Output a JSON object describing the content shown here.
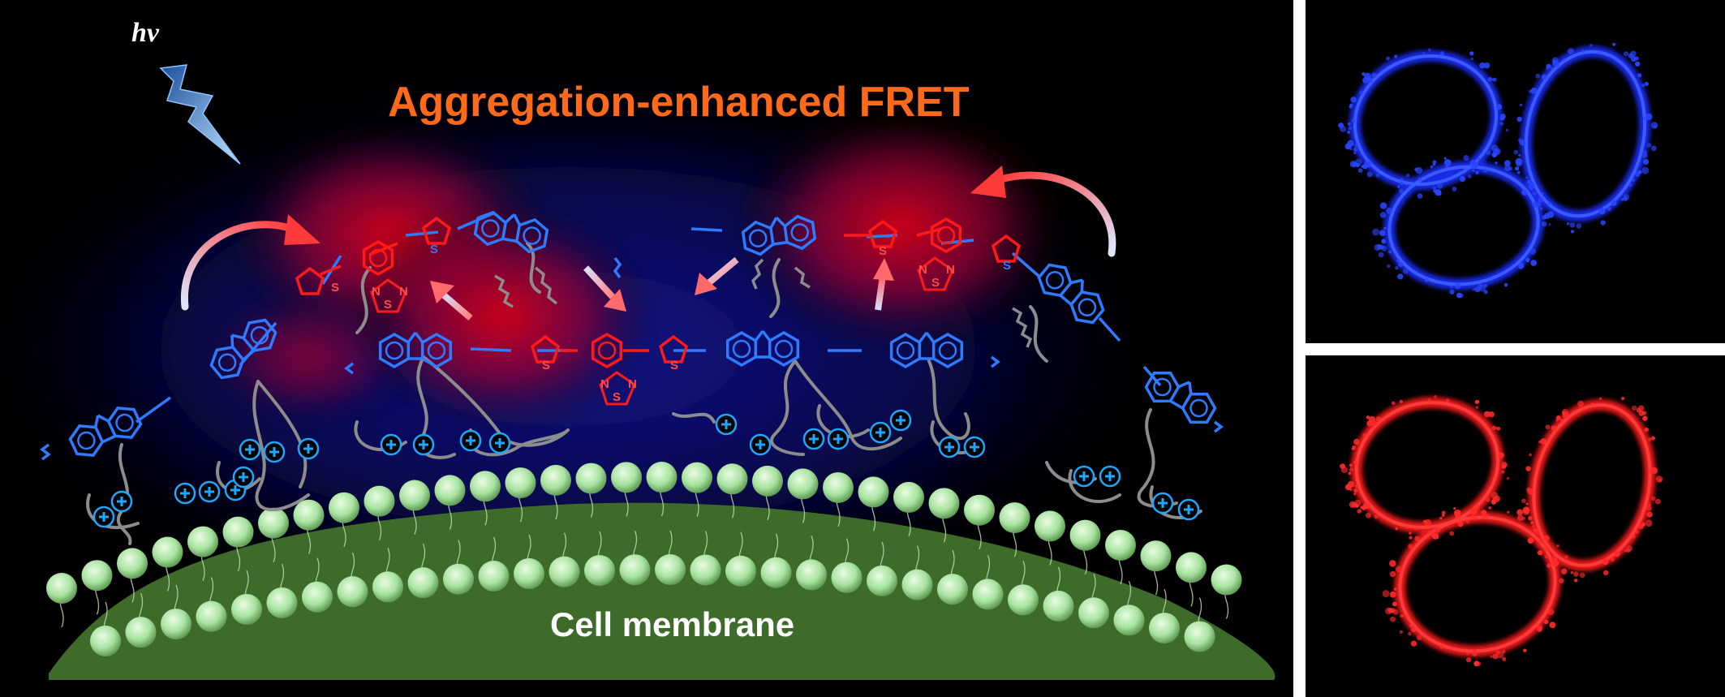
{
  "scheme": {
    "excitation_label": "hv",
    "title": "Aggregation-enhanced FRET",
    "membrane_label": "Cell membrane",
    "heteroatom_labels": {
      "sulfur": "S",
      "nitrogen": "N"
    }
  },
  "colors": {
    "background": "#000000",
    "title": "#ff6a1a",
    "donor_fluorene": "#2f7bff",
    "acceptor_btd": "#ff1a1a",
    "side_chain": "#8c8c8c",
    "charge_marker": "#1ea7ff",
    "membrane_body": "#3f6b2a",
    "lipid_head": "#a8e3a0",
    "blue_channel": "#1e2fff",
    "red_channel": "#ff1e1e"
  },
  "icons": [
    "lightning-bolt-icon",
    "curved-arrow-icon",
    "energy-transfer-arrow-icon",
    "positive-charge-icon"
  ]
}
